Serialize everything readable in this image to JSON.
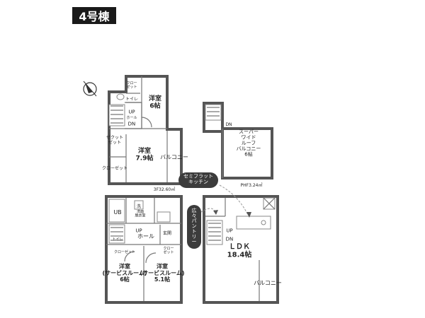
{
  "building_label": "4号棟",
  "floor3": {
    "area": "3F32.60㎡",
    "rooms": {
      "closet_small": "クロー\nゼット",
      "toilet": "トイレ",
      "western_top": "洋室\n6帖",
      "stair_up": "UP",
      "stair_dn": "DN",
      "stair_hall": "ホール",
      "walk_closet": "ゼクット\nゼット",
      "closet": "クローゼット",
      "western_main": "洋室\n7.9帖",
      "balcony": "バルコニー"
    }
  },
  "roof": {
    "area": "PHF3.24㎡",
    "stair_dn": "DN",
    "balcony": "スーパー\nワイド\nルーフ\nバルコニー\n6帖"
  },
  "floor1": {
    "rooms": {
      "wash": "洗",
      "ub": "UB",
      "washroom": "洗面\n脱衣室",
      "hall_up": "UP",
      "hall": "ホール",
      "entrance": "玄関",
      "closet_left": "クローゼット",
      "closet_right": "クロー\nゼット",
      "toilet": "トイレ",
      "western_left": "洋室\n(サービスルーム)\n6帖",
      "western_right": "洋室\n(サービスルーム)\n5.1帖"
    }
  },
  "floor2": {
    "rooms": {
      "stair_up": "UP",
      "stair_dn": "DN",
      "ldk": "ＬＤＫ\n18.4帖",
      "balcony": "バルコニー"
    }
  },
  "callouts": {
    "semi_flat_kitchen": "セミフラット\nキッチン",
    "wide_pantry": "広々パントリー"
  },
  "compass": "N"
}
